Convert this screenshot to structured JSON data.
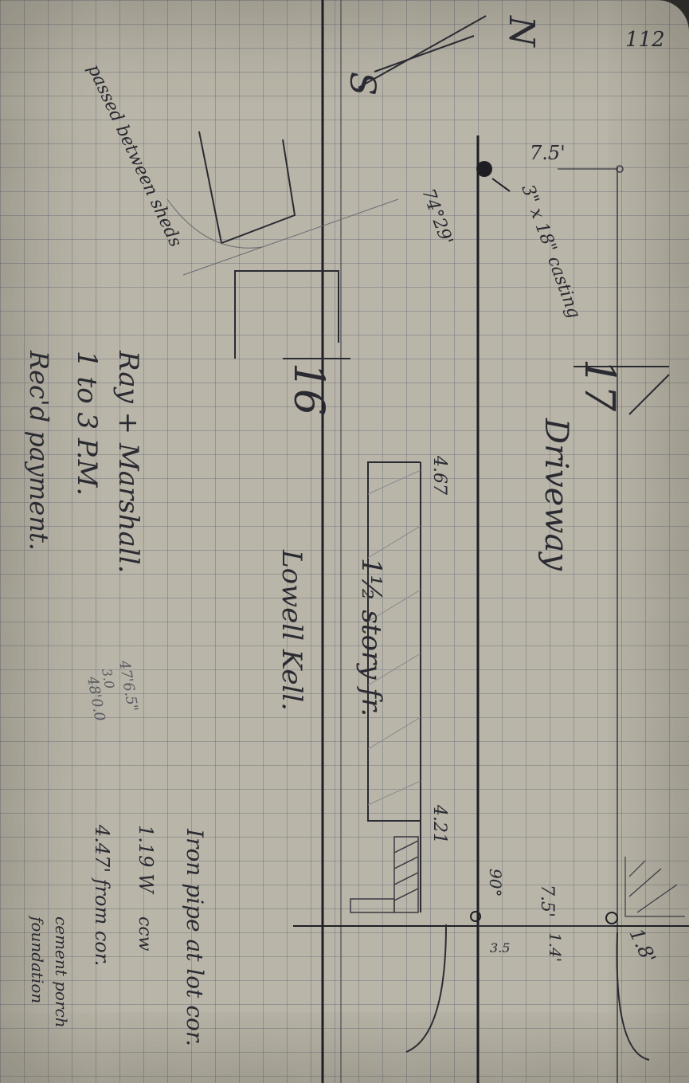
{
  "page": {
    "number": "112",
    "paper_color": "#b9b5a8",
    "grid_color": "#555a6e",
    "ink_color": "#2a2a32"
  },
  "annotations": {
    "north": "N",
    "south": "S",
    "passed_between_sheds": "passed between sheds",
    "ray_marshall": "Ray + Marshall.",
    "time": "1 to 3 P.M.",
    "recd_payment": "Rec'd payment.",
    "dim_top": "7.5'",
    "casting": "3\" x 18\" casting",
    "angle": "74°29'",
    "lot_17": "17",
    "lot_16": "16",
    "driveway": "Driveway",
    "dim_467": "4.67",
    "story": "1½ story fr.",
    "lowell": "Lowell Kell.",
    "calc_1": "47'6.5\"",
    "calc_2": "3.0",
    "calc_3": "48'0.0",
    "dim_421": "4.21",
    "angle_90": "90°",
    "dim_75": "7.5'",
    "dim_35": "3.5",
    "dim_14": "1.4'",
    "dim_18": "1.8'",
    "iron_pipe": "Iron pipe at lot cor.",
    "w119": "1.19 W",
    "ccw": "ccw",
    "from_cor": "4.47' from cor.",
    "cement_porch": "cement porch",
    "foundation": "foundation"
  }
}
